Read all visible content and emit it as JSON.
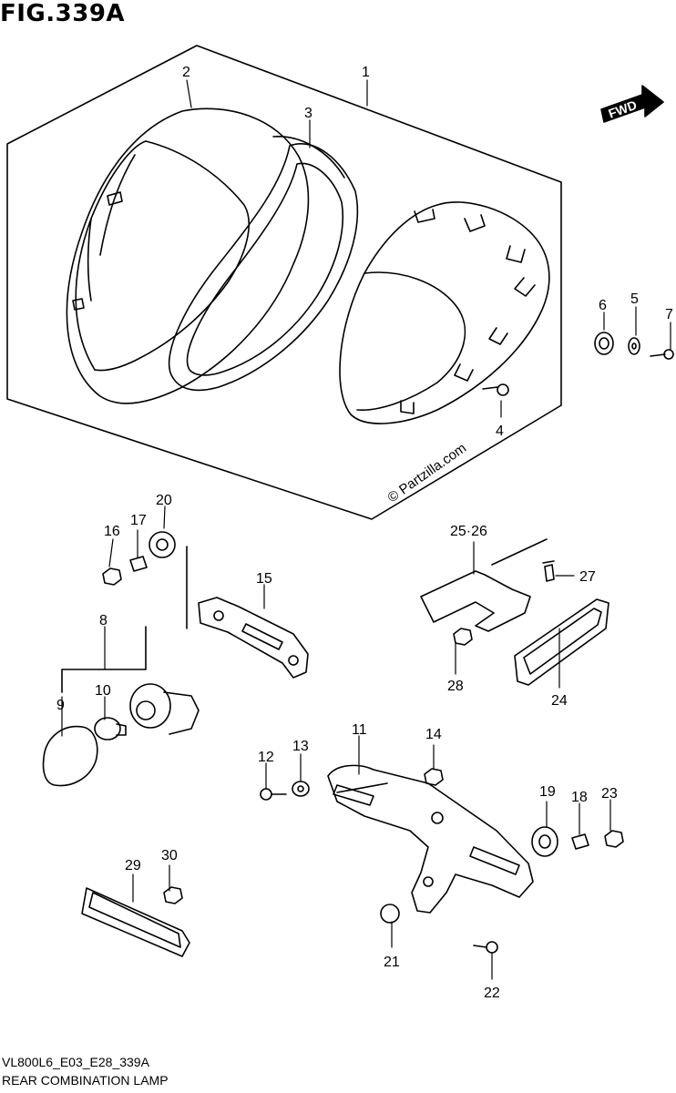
{
  "figure": {
    "title": "FIG.339A",
    "code": "VL800L6_E03_E28_339A",
    "name": "REAR COMBINATION LAMP",
    "watermark": "© Partzilla.com",
    "fwd_label": "FWD"
  },
  "parts": [
    {
      "label": "1"
    },
    {
      "label": "2"
    },
    {
      "label": "3"
    },
    {
      "label": "4"
    },
    {
      "label": "5"
    },
    {
      "label": "6"
    },
    {
      "label": "7"
    },
    {
      "label": "8"
    },
    {
      "label": "9"
    },
    {
      "label": "10"
    },
    {
      "label": "11"
    },
    {
      "label": "12"
    },
    {
      "label": "13"
    },
    {
      "label": "14"
    },
    {
      "label": "15"
    },
    {
      "label": "16"
    },
    {
      "label": "17"
    },
    {
      "label": "18"
    },
    {
      "label": "19"
    },
    {
      "label": "20"
    },
    {
      "label": "21"
    },
    {
      "label": "22"
    },
    {
      "label": "23"
    },
    {
      "label": "24"
    },
    {
      "label": "25·26"
    },
    {
      "label": "27"
    },
    {
      "label": "28"
    },
    {
      "label": "29"
    },
    {
      "label": "30"
    }
  ]
}
